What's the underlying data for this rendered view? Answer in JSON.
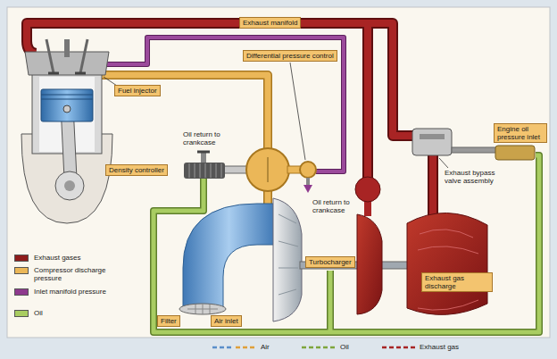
{
  "diagram": {
    "nodes": [
      {
        "text": [
          "Exhaust manifold"
        ]
      },
      {
        "text": [
          "Differential pressure control"
        ]
      },
      {
        "text": [
          "Fuel injector"
        ]
      },
      {
        "text": [
          "Density controller"
        ]
      },
      {
        "text": [
          "Engine oil pressure inlet"
        ]
      },
      {
        "text": [
          "Turbocharger"
        ]
      },
      {
        "text": [
          "Exhaust gas discharge"
        ]
      },
      {
        "text": [
          "Filter"
        ]
      },
      {
        "text": [
          "Air inlet"
        ]
      }
    ],
    "labels": [
      "Oil return to crankcase",
      "Exhaust bypass valve assembly",
      "Oil return to crankcase"
    ],
    "legend": [
      {
        "text": "Exhaust gases",
        "color": "#8e1c1c"
      },
      {
        "text": "Compressor discharge pressure",
        "color": "#ebb758"
      },
      {
        "text": "Inlet manifold pressure",
        "color": "#8e3a8e"
      },
      {
        "text": "Oil",
        "color": "#a9cd62"
      },
      {
        "text": "Air"
      },
      {
        "text": "Oil"
      },
      {
        "text": "Exhaust gas"
      }
    ]
  }
}
